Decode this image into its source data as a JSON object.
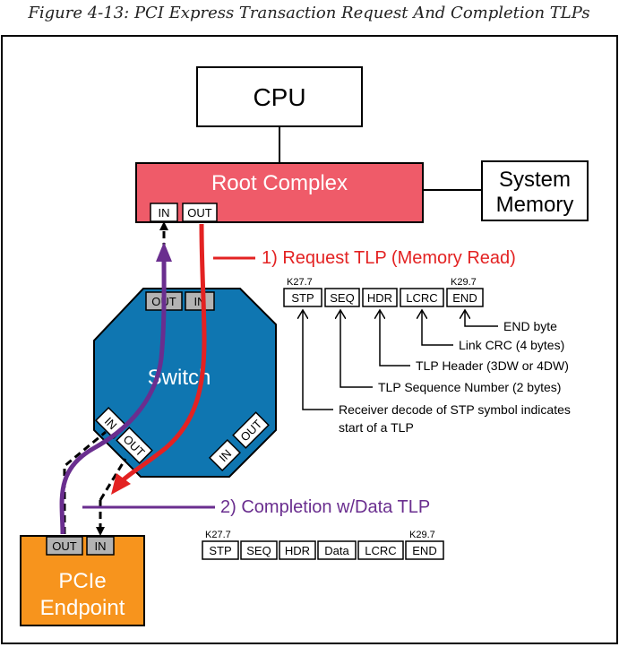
{
  "title": "Figure 4-13: PCI Express Transaction Request And Completion TLPs",
  "cpu": "CPU",
  "root_complex": {
    "label": "Root Complex",
    "in": "IN",
    "out": "OUT"
  },
  "system_memory": {
    "line1": "System",
    "line2": "Memory"
  },
  "switch": {
    "label": "Switch",
    "top_out": "OUT",
    "top_in": "IN",
    "bl_in": "IN",
    "bl_out": "OUT",
    "br_in": "IN",
    "br_out": "OUT"
  },
  "endpoint": {
    "line1": "PCIe",
    "line2": "Endpoint",
    "out": "OUT",
    "in": "IN"
  },
  "request": {
    "label": "1) Request TLP (Memory Read)",
    "k_start": "K27.7",
    "k_end": "K29.7",
    "fields": [
      "STP",
      "SEQ",
      "HDR",
      "LCRC",
      "END"
    ],
    "descriptions": [
      "END byte",
      "Link CRC (4 bytes)",
      "TLP Header (3DW or 4DW)",
      "TLP Sequence Number (2 bytes)",
      "Receiver decode of STP symbol indicates",
      "start of a TLP"
    ]
  },
  "completion": {
    "label": "2) Completion w/Data TLP",
    "k_start": "K27.7",
    "k_end": "K29.7",
    "fields": [
      "STP",
      "SEQ",
      "HDR",
      "Data",
      "LCRC",
      "END"
    ]
  },
  "colors": {
    "root_fill": "#ef5b69",
    "switch_fill": "#0f76b1",
    "endpoint_fill": "#f7941d",
    "port_fill": "#b3b3b3",
    "request": "#e32222",
    "completion": "#6a2e8f"
  }
}
